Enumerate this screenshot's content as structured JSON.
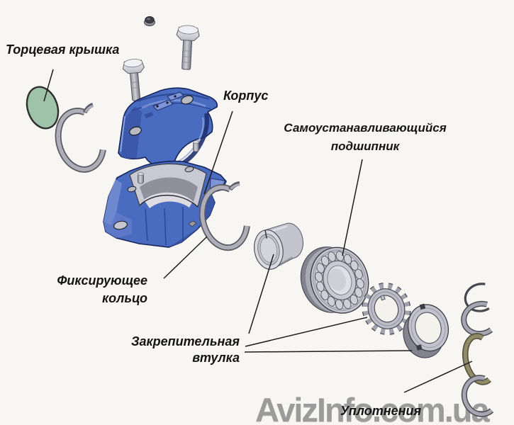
{
  "labels": {
    "end_cover": {
      "text": "Торцевая крышка"
    },
    "housing": {
      "text": "Корпус"
    },
    "bearing": {
      "line1": "Самоустанавливающийся",
      "line2": "подшипник"
    },
    "locking_ring": {
      "line1": "Фиксирующее",
      "line2": "кольцо"
    },
    "adapter_sleeve": {
      "line1": "Закрепительная",
      "line2": "втулка"
    },
    "seals": {
      "text": "Уплотнения"
    }
  },
  "watermark": {
    "text": "AvizInfo.com.ua"
  },
  "colors": {
    "background": "#f7f6f2",
    "housing_blue": "#4a6cc0",
    "end_cover_green": "#9fc3a8",
    "metal_gray": "#c6c6d0",
    "seal_olive": "#928b68",
    "watermark_gray": "#9b9b9b",
    "label_text": "#141414"
  }
}
